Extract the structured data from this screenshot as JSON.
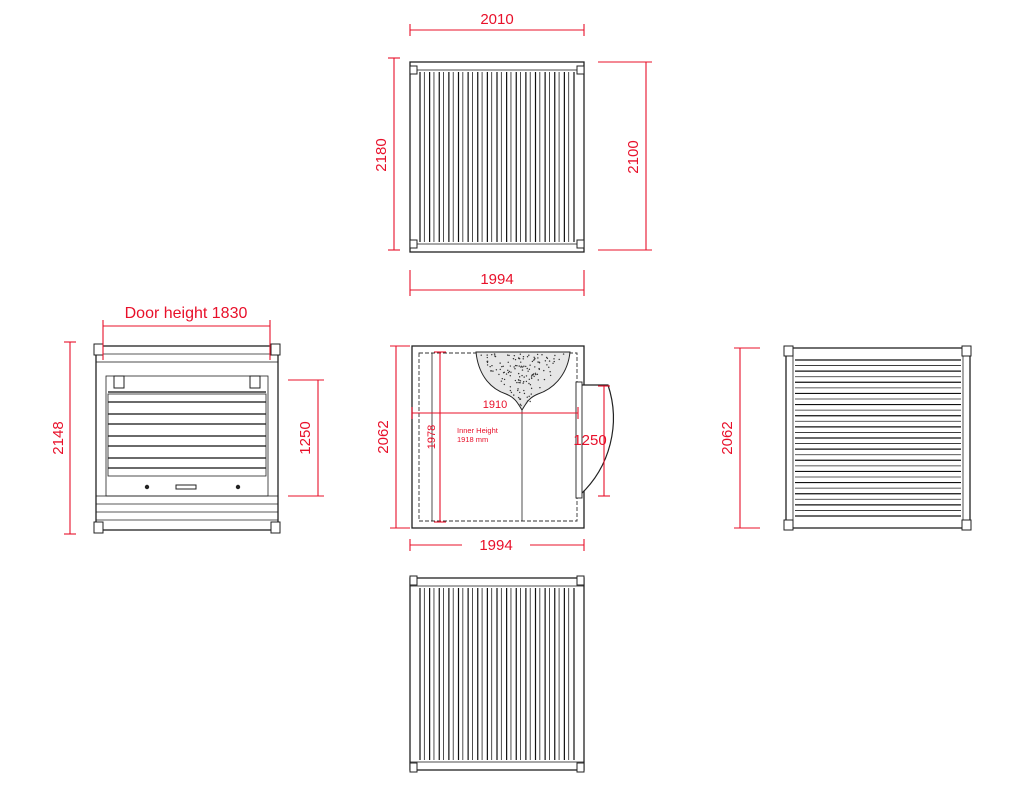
{
  "top_view": {
    "width_top": "2010",
    "height_left": "2180",
    "height_right": "2100",
    "width_bottom": "1994"
  },
  "front_view": {
    "door_height": "Door height 1830",
    "height": "2148",
    "opening": "1250"
  },
  "plan_view": {
    "height_left": "2062",
    "inner_left": "1978",
    "inner_width": "1910",
    "inner_height_title": "Inner Height",
    "inner_height_value": "1918 mm",
    "door_width": "1250",
    "width_bottom": "1994"
  },
  "side_view": {
    "height": "2062"
  }
}
